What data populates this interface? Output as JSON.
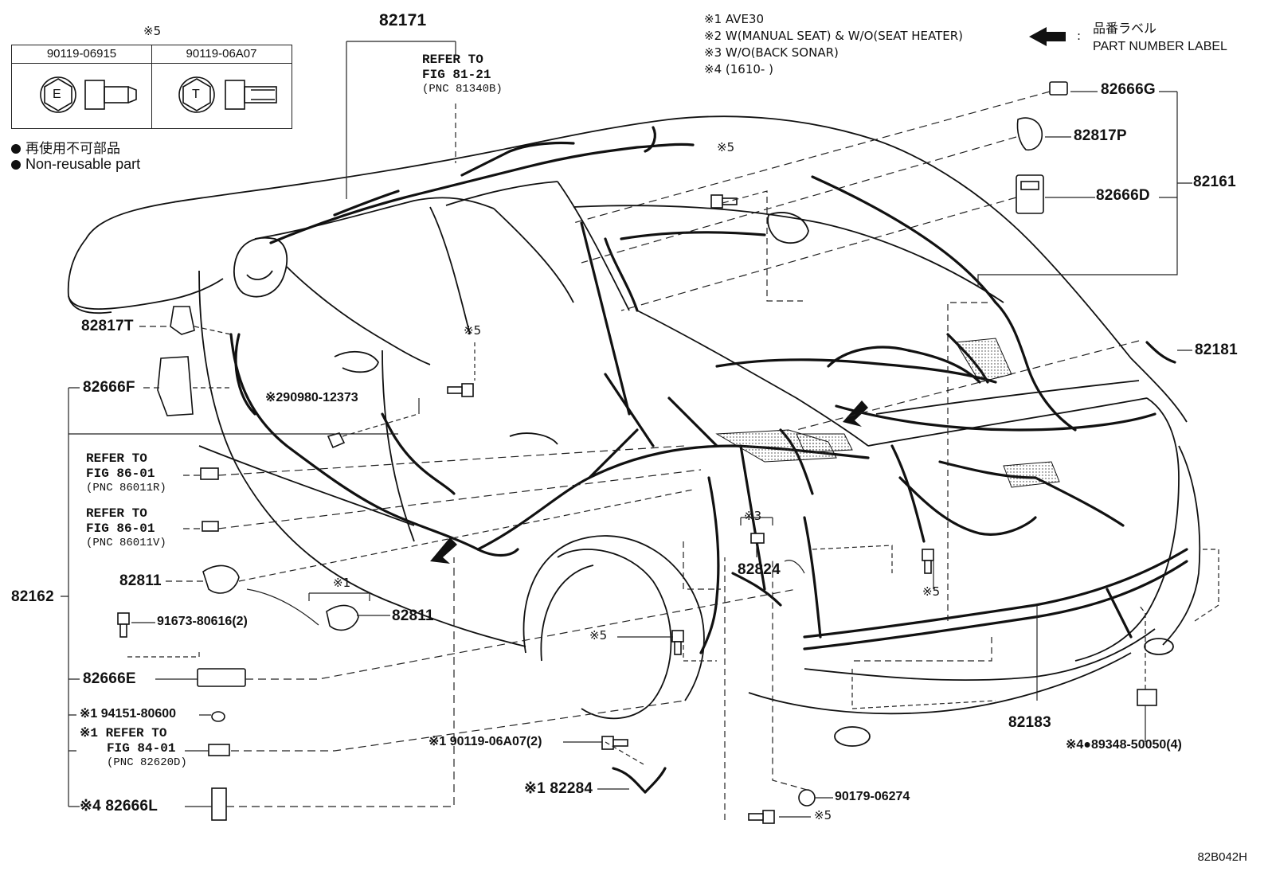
{
  "legend": {
    "header_mark": "※5",
    "bolt_e_part": "90119-06915",
    "bolt_t_part": "90119-06A07",
    "bolt_e_letter": "E",
    "bolt_t_letter": "T",
    "nonreusable_jp": "再使用不可部品",
    "nonreusable_en": "Non-reusable part"
  },
  "notes": {
    "n1": "※1 AVE30",
    "n2": "※2 W(MANUAL SEAT) & W/O(SEAT HEATER)",
    "n3": "※3 W/O(BACK SONAR)",
    "n4": "※4 (1610-      )",
    "label_jp": "品番ラベル",
    "label_colon": ":",
    "label_en": "PART NUMBER LABEL"
  },
  "parts": {
    "p82171": "82171",
    "ref_8121_a": "REFER TO",
    "ref_8121_b": "FIG 81-21",
    "ref_8121_c": "(PNC 81340B)",
    "p82666G": "82666G",
    "p82817P": "82817P",
    "p82666D": "82666D",
    "p82161": "82161",
    "p82181": "82181",
    "p82817T": "82817T",
    "p82666F": "82666F",
    "p90980": "※290980-12373",
    "ref_8601r_a": "REFER TO",
    "ref_8601r_b": "FIG 86-01",
    "ref_8601r_c": "(PNC 86011R)",
    "ref_8601v_a": "REFER TO",
    "ref_8601v_b": "FIG 86-01",
    "ref_8601v_c": "(PNC 86011V)",
    "p82162": "82162",
    "p82811a": "82811",
    "p82811b": "82811",
    "mark1_82811": "※1",
    "p91673": "91673-80616(2)",
    "p82666E": "82666E",
    "p94151": "※1 94151-80600",
    "ref_8401_a": "※1 REFER TO",
    "ref_8401_b": "FIG 84-01",
    "ref_8401_c": "(PNC 82620D)",
    "p82666L": "※4 82666L",
    "p82824": "82824",
    "mark3": "※3",
    "mark5_a": "※5",
    "mark5_b": "※5",
    "mark5_c": "※5",
    "mark5_d": "※5",
    "mark5_e": "※5",
    "p90119_06A07": "※1 90119-06A07(2)",
    "p82284": "※1 82284",
    "p90179": "90179-06274",
    "p82183": "82183",
    "p89348": "※4●89348-50050(4)"
  },
  "diagram_code": "82B042H"
}
